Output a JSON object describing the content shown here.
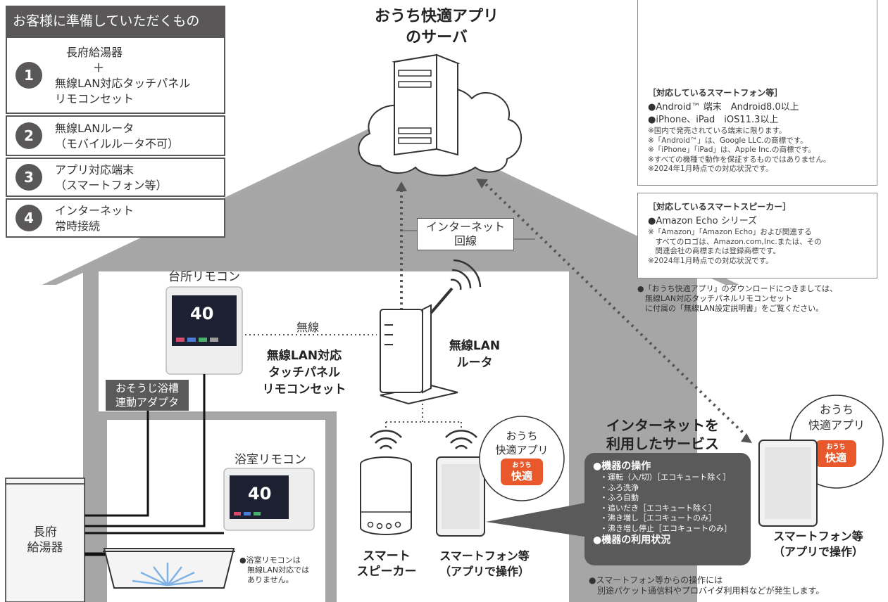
{
  "requirements": {
    "title": "お客様に準備していただくもの",
    "items": [
      {
        "num": "1",
        "line1": "長府給湯器",
        "plus": "＋",
        "line2": "無線LAN対応タッチパネル",
        "line3": "リモコンセット"
      },
      {
        "num": "2",
        "line1": "無線LANルータ",
        "line2": "（モバイルルータ不可）"
      },
      {
        "num": "3",
        "line1": "アプリ対応端末",
        "line2": "（スマートフォン等）"
      },
      {
        "num": "4",
        "line1": "インターネット",
        "line2": "常時接続"
      }
    ]
  },
  "server": {
    "title_line1": "おうち快適アプリ",
    "title_line2": "のサーバ"
  },
  "internet_line": {
    "line1": "インターネット",
    "line2": "回線"
  },
  "app_icon": {
    "line1": "おうち",
    "line2": "快適"
  },
  "phones_box": {
    "title": "［対応しているスマートフォン等］",
    "line1": "●Android™ 端末　Android8.0以上",
    "line2": "●iPhone、iPad　iOS11.3以上",
    "notes": [
      "※国内で発売されている端末に限ります。",
      "※「Android™」は、Google LLC.の商標です。",
      "※「iPhone」「iPad」は、Apple Inc.の商標です。",
      "※すべての機種で動作を保証するものではありません。",
      "※2024年1月時点での対応状況です。"
    ]
  },
  "speaker_box": {
    "title": "［対応しているスマートスピーカー］",
    "line1": "●Amazon Echo シリーズ",
    "notes": [
      "※「Amazon」「Amazon Echo」および関連する",
      "　すべてのロゴは、Amazon.com,Inc.または、その",
      "　関連会社の商標または登録商標です。",
      "※2024年1月時点での対応状況です。"
    ]
  },
  "download_note": "●「おうち快適アプリ」のダウンロードにつきましては、\n　無線LAN対応タッチパネルリモコンセット\n　に付属の「無線LAN設定説明書」をご覧ください。",
  "kitchen_remote": {
    "label": "台所リモコン",
    "temp": "40"
  },
  "wireless": "無線",
  "remote_set": "無線LAN対応\nタッチパネル\nリモコンセット",
  "router": "無線LAN\nルータ",
  "adapter": "おそうじ浴槽\n連動アダプタ",
  "bath_remote": {
    "label": "浴室リモコン",
    "temp": "40"
  },
  "heater": "長府\n給湯器",
  "bath_note": "●浴室リモコンは\n　無線LAN対応では\n　ありません。",
  "speaker": "スマート\nスピーカー",
  "phone_in": "スマートフォン等\n（アプリで操作）",
  "app_bubble_in": "おうち\n快適アプリ",
  "service_title": "インターネットを\n利用したサービス",
  "services": {
    "head1": "●機器の操作",
    "items": [
      "・運転（入/切）［エコキュート除く］",
      "・ふろ洗浄",
      "・ふろ自動",
      "・追いだき［エコキュート除く］",
      "・沸き増し［エコキュートのみ］",
      "・沸き増し停止［エコキュートのみ］"
    ],
    "head2": "●機器の利用状況"
  },
  "app_bubble_out": "おうち\n快適アプリ",
  "phone_out": "スマートフォン等\n（アプリで操作）",
  "fee_note": "●スマートフォン等からの操作には\n　別途パケット通信料やプロバイダ利用料などが発生します。",
  "colors": {
    "accent": "#E8582A",
    "dark": "#595757",
    "house": "#999999"
  }
}
